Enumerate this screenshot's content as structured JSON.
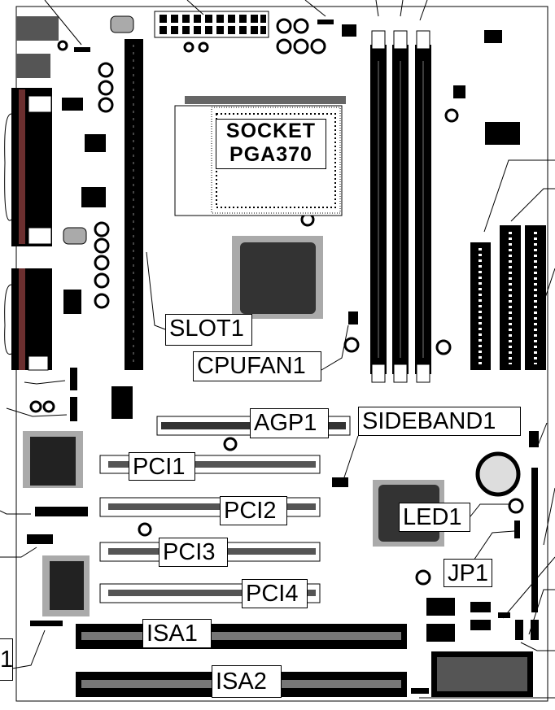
{
  "socket": {
    "line1": "SOCKET",
    "line2": "PGA370"
  },
  "labels": {
    "slot1": "SLOT1",
    "cpufan1": "CPUFAN1",
    "agp1": "AGP1",
    "sideband1": "SIDEBAND1",
    "pci1": "PCI1",
    "pci2": "PCI2",
    "pci3": "PCI3",
    "pci4": "PCI4",
    "isa1": "ISA1",
    "isa2": "ISA2",
    "led1": "LED1",
    "jp1": "JP1",
    "left_partial": "1"
  },
  "colors": {
    "board_line": "#000000",
    "chip_dark": "#222222",
    "chip_halo": "#aaaaaa",
    "connector_red": "#6b2f2f"
  }
}
